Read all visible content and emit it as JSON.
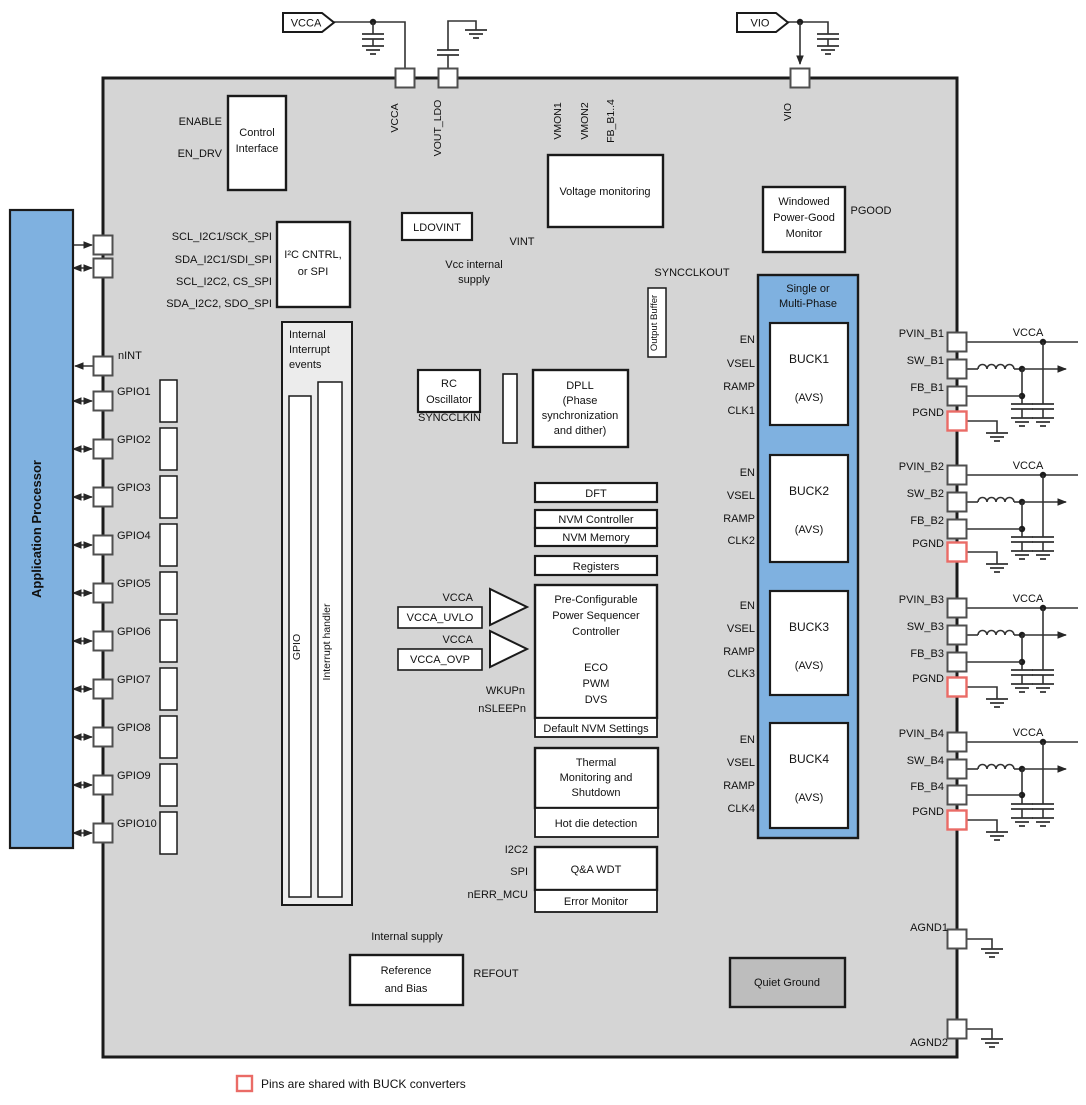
{
  "flags": {
    "vcca": "VCCA",
    "vio": "VIO"
  },
  "pins": {
    "vcca": "VCCA",
    "vout_ldo": "VOUT_LDO",
    "vio": "VIO",
    "nint": "nINT"
  },
  "supply": {
    "ldovint": "LDOVINT",
    "vint": "VINT",
    "vcc_internal": "Vcc internal",
    "supply": "supply"
  },
  "monitor": {
    "vmon1": "VMON1",
    "vmon2": "VMON2",
    "fb": "FB_B1..4",
    "title": "Voltage monitoring",
    "win1": "Windowed",
    "win2": "Power-Good",
    "win3": "Monitor",
    "pgood": "PGOOD"
  },
  "control": {
    "enable": "ENABLE",
    "en_drv": "EN_DRV",
    "box1": "Control",
    "box2": "Interface"
  },
  "serial": {
    "box1": "I²C CNTRL,",
    "box2": "or SPI",
    "sig1": "SCL_I2C1/SCK_SPI",
    "sig2": "SDA_I2C1/SDI_SPI",
    "sig3": "SCL_I2C2, CS_SPI",
    "sig4": "SDA_I2C2, SDO_SPI"
  },
  "ap": "Application Processor",
  "irq": {
    "nint": "nINT",
    "ev1": "Internal",
    "ev2": "Interrupt",
    "ev3": "events",
    "gpio": "GPIO",
    "handler": "Interrupt handler"
  },
  "gpio": [
    "GPIO1",
    "GPIO2",
    "GPIO3",
    "GPIO4",
    "GPIO5",
    "GPIO6",
    "GPIO7",
    "GPIO8",
    "GPIO9",
    "GPIO10"
  ],
  "clock": {
    "rc1": "RC",
    "rc2": "Oscillator",
    "syncclkin": "SYNCCLKIN",
    "d1": "DPLL",
    "d2": "(Phase",
    "d3": "synchronization",
    "d4": "and dither)",
    "buffer": "Output Buffer",
    "syncclkout": "SYNCCLKOUT"
  },
  "mid": {
    "dft": "DFT",
    "nvmc": "NVM Controller",
    "nvmm": "NVM Memory",
    "reg": "Registers",
    "s1": "Pre-Configurable",
    "s2": "Power Sequencer",
    "s3": "Controller",
    "s4": "ECO",
    "s5": "PWM",
    "s6": "DVS",
    "strip": "Default NVM Settings",
    "vcca_a": "VCCA",
    "uvlo": "VCCA_UVLO",
    "vcca_b": "VCCA",
    "ovp": "VCCA_OVP",
    "wkup": "WKUPn",
    "nsleep": "nSLEEPn"
  },
  "thermal": {
    "t1": "Thermal",
    "t2": "Monitoring and",
    "t3": "Shutdown",
    "strip": "Hot die detection"
  },
  "wdt": {
    "box": "Q&A WDT",
    "strip": "Error Monitor",
    "i2c2": "I2C2",
    "spi": "SPI",
    "nerr": "nERR_MCU"
  },
  "ref": {
    "top": "Internal supply",
    "b1": "Reference",
    "b2": "and Bias",
    "refout": "REFOUT"
  },
  "bucks": {
    "c1": "Single or",
    "c2": "Multi-Phase",
    "en": "EN",
    "vsel": "VSEL",
    "ramp": "RAMP",
    "items": [
      {
        "name": "BUCK1",
        "avs": "(AVS)",
        "clk": "CLK1",
        "pvin": "PVIN_B1",
        "sw": "SW_B1",
        "fb": "FB_B1",
        "pgnd": "PGND",
        "vcca": "VCCA"
      },
      {
        "name": "BUCK2",
        "avs": "(AVS)",
        "clk": "CLK2",
        "pvin": "PVIN_B2",
        "sw": "SW_B2",
        "fb": "FB_B2",
        "pgnd": "PGND",
        "vcca": "VCCA"
      },
      {
        "name": "BUCK3",
        "avs": "(AVS)",
        "clk": "CLK3",
        "pvin": "PVIN_B3",
        "sw": "SW_B3",
        "fb": "FB_B3",
        "pgnd": "PGND",
        "vcca": "VCCA"
      },
      {
        "name": "BUCK4",
        "avs": "(AVS)",
        "clk": "CLK4",
        "pvin": "PVIN_B4",
        "sw": "SW_B4",
        "fb": "FB_B4",
        "pgnd": "PGND",
        "vcca": "VCCA"
      }
    ]
  },
  "ground": {
    "quiet": "Quiet Ground",
    "agnd1": "AGND1",
    "agnd2": "AGND2"
  },
  "legend": "Pins are shared with BUCK converters",
  "colors": {
    "chip": "#d5d5d5",
    "blue": "#7fb1e0",
    "panel": "#ececec",
    "quiet": "#bdbdbd",
    "red_pin": "#ea6b66",
    "wire": "#333333",
    "border": "#1a1a1a"
  }
}
